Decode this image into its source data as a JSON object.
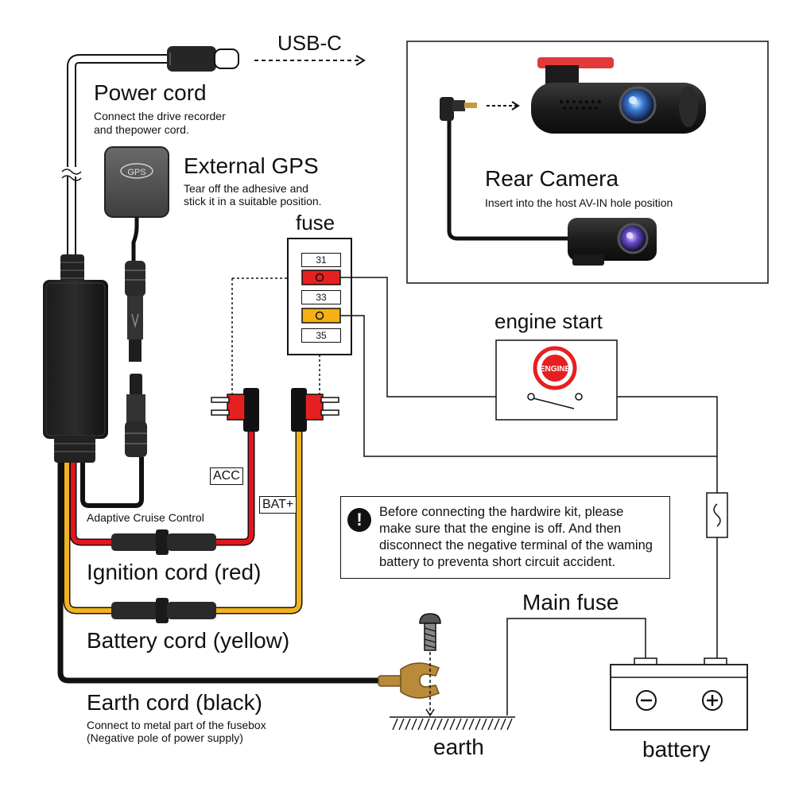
{
  "usb": {
    "label": "USB-C"
  },
  "power_cord": {
    "title": "Power cord",
    "desc_line1": "Connect the drive recorder",
    "desc_line2": "and thepower cord."
  },
  "gps": {
    "title": "External GPS",
    "desc_line1": "Tear off the adhesive and",
    "desc_line2": "stick it in a suitable position.",
    "badge": "GPS"
  },
  "rear_camera": {
    "title": "Rear Camera",
    "desc": "Insert into the host AV-IN hole position"
  },
  "fuse_box": {
    "title": "fuse",
    "slots": [
      "31",
      "",
      "33",
      "",
      "35"
    ]
  },
  "engine": {
    "title": "engine start",
    "badge": "ENGINE"
  },
  "wires": {
    "acc_tag": "ACC",
    "bat_tag": "BAT+",
    "acc_caption": "Adaptive Cruise Control",
    "ignition": "Ignition cord (red)",
    "battery": "Battery cord (yellow)",
    "earth_title": "Earth cord (black)",
    "earth_line1": "Connect to metal part of the fusebox",
    "earth_line2": "(Negative pole of power supply)"
  },
  "warning": {
    "icon": "!",
    "line1": "Before connecting the hardwire kit, please",
    "line2": "make sure that the engine is off. And then",
    "line3": "disconnect the negative terminal of the waming",
    "line4": "battery to preventa short circuit accident."
  },
  "main_fuse": {
    "title": "Main fuse"
  },
  "earth": {
    "label": "earth"
  },
  "battery": {
    "label": "battery",
    "minus": "⊖",
    "plus": "⊕"
  },
  "colors": {
    "red_wire": "#e3141b",
    "yellow_wire": "#f2b21f",
    "black_wire": "#111111",
    "fuse_red": "#e62020",
    "fuse_amber": "#f4b014",
    "brass": "#b98a3a"
  }
}
